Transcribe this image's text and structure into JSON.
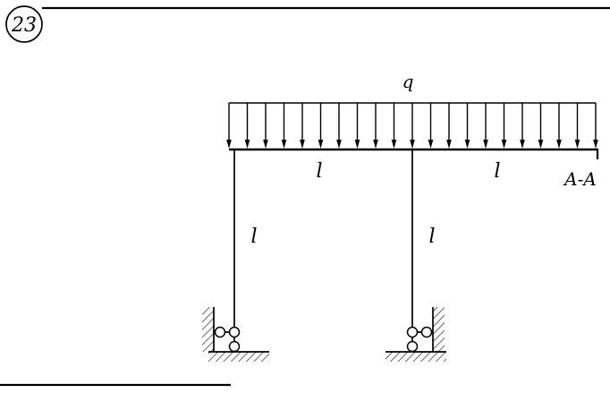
{
  "figure": {
    "number": "23",
    "labels": {
      "distributed_load": "q",
      "span_left": "l",
      "span_right": "l",
      "column_left": "l",
      "column_right": "l",
      "section": "A-A"
    },
    "distributed_load": {
      "arrow_count": 21
    }
  },
  "colors": {
    "ink": "#000000",
    "paper": "#ffffff"
  }
}
